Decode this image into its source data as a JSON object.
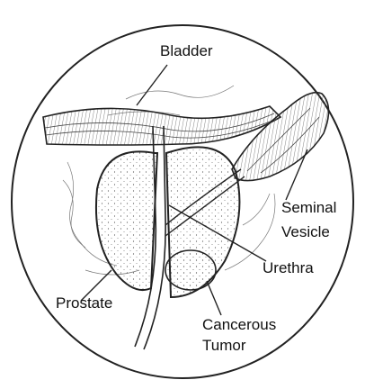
{
  "labels": {
    "bladder": "Bladder",
    "seminal": "Seminal",
    "vesicle": "Vesicle",
    "urethra": "Urethra",
    "prostate": "Prostate",
    "cancerous": "Cancerous",
    "tumor": "Tumor"
  },
  "colors": {
    "ink": "#222222",
    "paper": "#ffffff"
  }
}
